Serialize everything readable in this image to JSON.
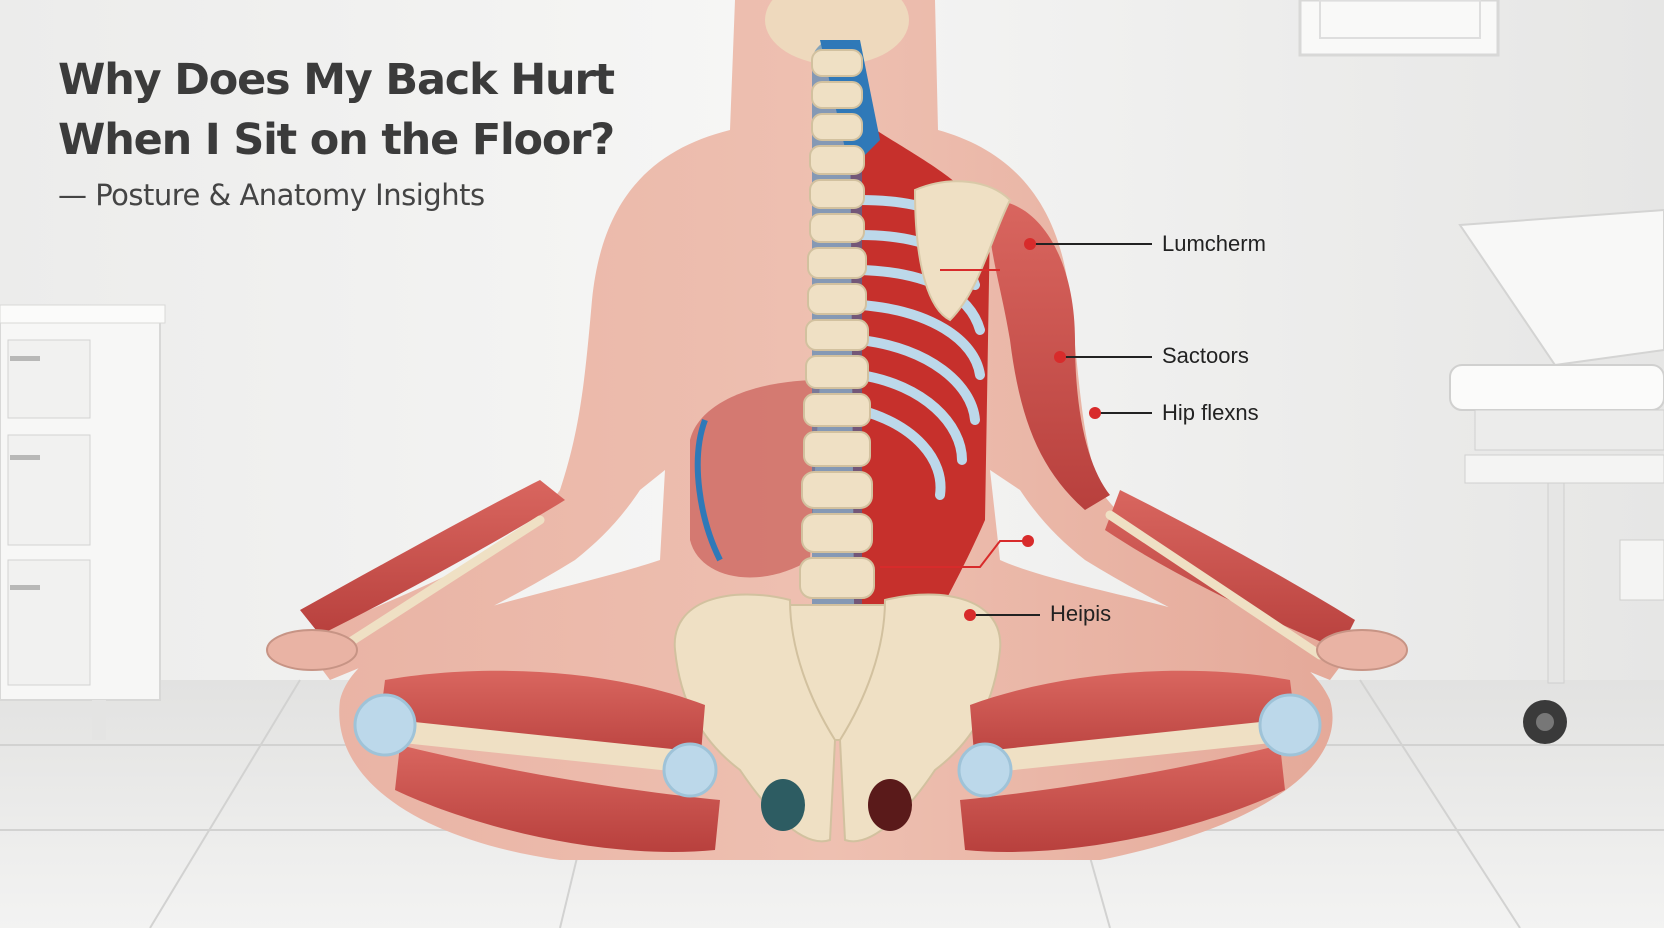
{
  "headline": {
    "line1": "Why Does My Back Hurt",
    "line2": "When I Sit on the Floor?",
    "subtitle": "— Posture & Anatomy Insights"
  },
  "callouts": [
    {
      "label": "Lumcherm"
    },
    {
      "label": "Sactoors"
    },
    {
      "label": "Hip flexns"
    },
    {
      "label": ""
    },
    {
      "label": "Heipis"
    }
  ],
  "colors": {
    "skin": "#e9b3a4",
    "muscle": "#cc5550",
    "bone": "#efe0c4",
    "nerve": "#2f79b8",
    "marker": "#d82b2b",
    "text": "#3b3b3b"
  }
}
